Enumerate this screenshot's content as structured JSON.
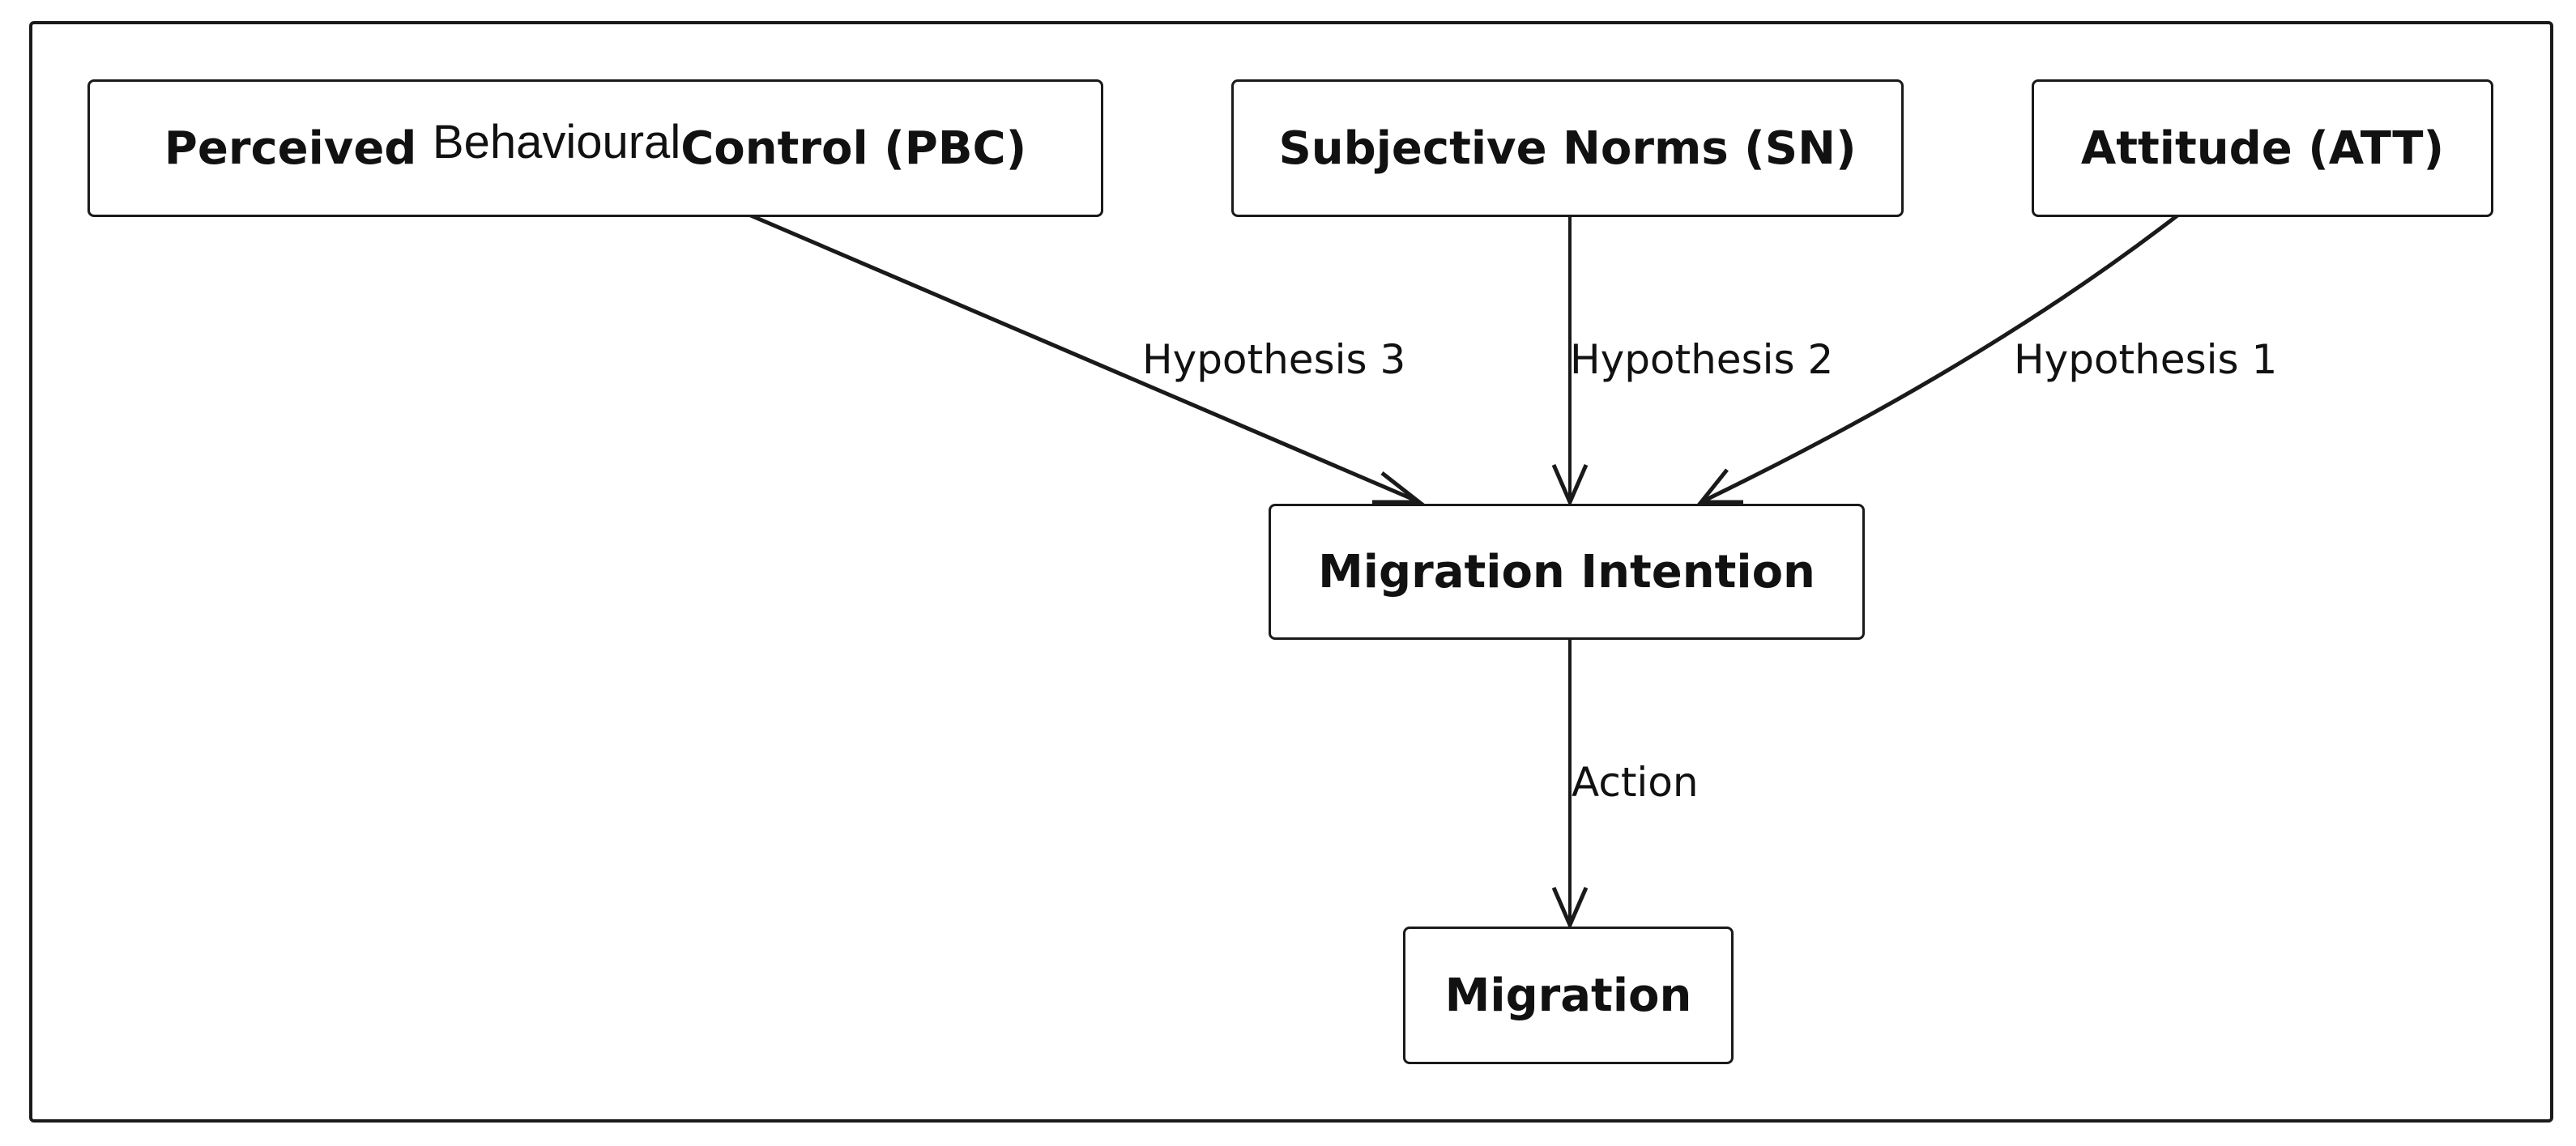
{
  "diagram": {
    "nodes": {
      "pbc": {
        "part1": "Perceived",
        "part2": "Behavioural",
        "part3": "Control (PBC)"
      },
      "sn": {
        "label": "Subjective Norms (SN)"
      },
      "att": {
        "label": "Attitude (ATT)"
      },
      "intention": {
        "label": "Migration Intention"
      },
      "migration": {
        "label": "Migration"
      }
    },
    "edges": {
      "h3": {
        "label": "Hypothesis 3",
        "from": "pbc",
        "to": "intention"
      },
      "h2": {
        "label": "Hypothesis 2",
        "from": "sn",
        "to": "intention"
      },
      "h1": {
        "label": "Hypothesis 1",
        "from": "att",
        "to": "intention"
      },
      "action": {
        "label": "Action",
        "from": "intention",
        "to": "migration"
      }
    },
    "colors": {
      "stroke": "#1a1a1a",
      "text": "#111111",
      "background": "#ffffff"
    }
  }
}
